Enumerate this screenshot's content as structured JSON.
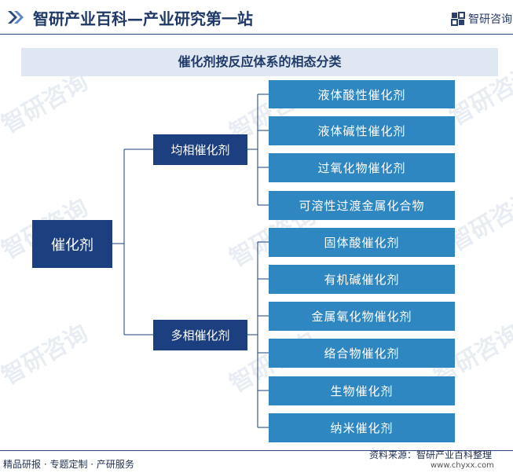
{
  "header": {
    "title": "智研产业百科—产业研究第一站",
    "subtitle": "",
    "brand_name": "智研咨询",
    "brand_icon": "zhiyan-logo-icon",
    "title_icon": "double-chevron-icon"
  },
  "chart": {
    "title": "催化剂按反应体系的相态分类",
    "root": "催化剂",
    "branches": [
      {
        "label": "均相催化剂",
        "children": [
          "液体酸性催化剂",
          "液体碱性催化剂",
          "过氧化物催化剂",
          "可溶性过渡金属化合物"
        ]
      },
      {
        "label": "多相催化剂",
        "children": [
          "固体酸催化剂",
          "有机碱催化剂",
          "金属氧化物催化剂",
          "络合物催化剂",
          "生物催化剂",
          "纳米催化剂"
        ]
      }
    ]
  },
  "watermark": {
    "text": "智研咨询"
  },
  "footer": {
    "left": "精品研报 · 专题定制 · 产研服务",
    "source": "资料来源：智研产业百科整理",
    "url": "www.chyxx.com"
  },
  "colors": {
    "dark_box": "#1b3f7f",
    "leaf_box": "#2f87c2",
    "title_bar": "#dfe7f2",
    "line": "#1b3f7f"
  }
}
